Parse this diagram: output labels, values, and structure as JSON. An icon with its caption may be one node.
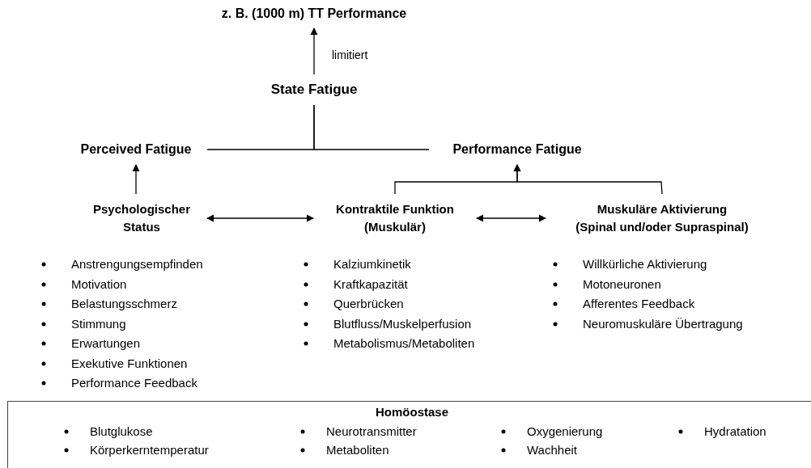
{
  "diagram": {
    "nodes": [
      {
        "text": [
          "z. B. (1000 m) TT Performance"
        ]
      },
      {
        "text": [
          "State Fatigue"
        ]
      },
      {
        "text": [
          "Perceived Fatigue"
        ]
      },
      {
        "text": [
          "Performance Fatigue"
        ]
      },
      {
        "text": [
          "Psychologischer Status"
        ],
        "beside": [
          "Anstrengungsempfinden",
          "Motivation",
          "Belastungsschmerz",
          "Stimmung",
          "Erwartungen",
          "Exekutive Funktionen",
          "Performance Feedback"
        ]
      },
      {
        "text": [
          "Kontraktile Funktion (Muskulär)"
        ],
        "beside": [
          "Kalziumkinetik",
          "Kraftkapazität",
          "Querbrücken",
          "Blutfluss/Muskelperfusion",
          "Metabolismus/Metaboliten"
        ]
      },
      {
        "text": [
          "Muskuläre Aktivierung (Spinal und/oder Supraspinal)"
        ],
        "beside": [
          "Willkürliche Aktivierung",
          "Motoneuronen",
          "Afferentes Feedback",
          "Neuromuskuläre Übertragung"
        ]
      },
      {
        "text": [
          "Homöostase",
          "Blutglukose",
          "Neurotransmitter",
          "Oxygenierung",
          "Hydratation",
          "Körperkerntemperatur",
          "Metaboliten",
          "Wachheit"
        ]
      }
    ],
    "edges": [
      {
        "from": 1,
        "to": 0,
        "arrow": "to",
        "label": "limitiert"
      },
      {
        "from": 2,
        "to": 1,
        "arrow": "none"
      },
      {
        "from": 3,
        "to": 1,
        "arrow": "none"
      },
      {
        "from": 4,
        "to": 2,
        "arrow": "to"
      },
      {
        "from": 5,
        "to": 3,
        "arrow": "to"
      },
      {
        "from": 6,
        "to": 3,
        "arrow": "to"
      },
      {
        "from": 4,
        "to": 5,
        "arrow": "both"
      },
      {
        "from": 5,
        "to": 6,
        "arrow": "both"
      }
    ]
  }
}
